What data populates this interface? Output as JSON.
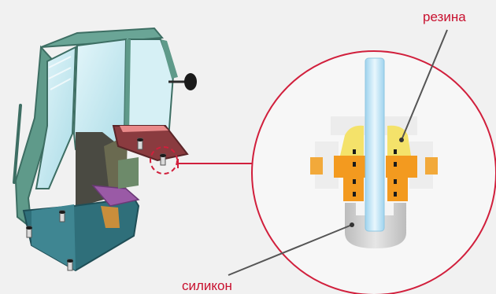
{
  "labels": {
    "rubber": "резина",
    "silicone": "силикон"
  },
  "colors": {
    "background": "#f1f1f1",
    "accent_red": "#d11f3c",
    "label_red": "#c8102e",
    "rubber_yellow": "#f4e26a",
    "silicone_grey": "#d6d6d6",
    "bracket_orange": "#f39a1f",
    "pin_blue": "#bfe3f5",
    "cab_green": "#5f9a8a",
    "cab_glass": "#bfe6ef",
    "cab_base_teal": "#2f6f7a"
  },
  "icons": {
    "cab": "tractor-cab-illustration",
    "zoom_circle": "magnified-mount-detail",
    "mount": "cab-mount-cross-section"
  }
}
